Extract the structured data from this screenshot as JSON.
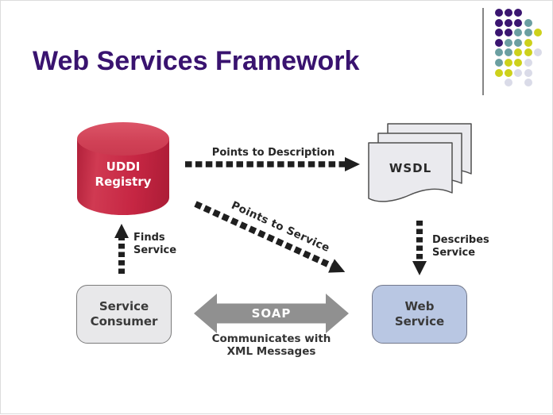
{
  "slide": {
    "title": "Web Services Framework",
    "title_color": "#39136f",
    "background": "#ffffff"
  },
  "decor": {
    "description": "corner-dot-pattern",
    "pattern": [
      "PPP..",
      "PPPT.",
      "PPTTY",
      "PTTY.",
      "TTYYL",
      "TYYL.",
      "YYLL.",
      ".L.L."
    ],
    "colors": {
      "P": "#3a1570",
      "T": "#6b9fa1",
      "Y": "#cdd11b",
      "L": "#dadbe8"
    }
  },
  "diagram": {
    "uddi": {
      "lines": [
        "UDDI",
        "Registry"
      ],
      "color": "#c62643"
    },
    "wsdl": {
      "label": "WSDL",
      "color": "#eaeaee"
    },
    "service_consumer": {
      "lines": [
        "Service",
        "Consumer"
      ],
      "color": "#e8e8ea"
    },
    "web_service": {
      "lines": [
        "Web",
        "Service"
      ],
      "color": "#b9c7e3"
    },
    "soap": {
      "label": "SOAP",
      "color": "#909090",
      "caption_lines": [
        "Communicates with",
        "XML Messages"
      ]
    },
    "arrows": {
      "points_to_description": {
        "label": "Points to Description"
      },
      "points_to_service": {
        "label": "Points to Service"
      },
      "finds_service": {
        "lines": [
          "Finds",
          "Service"
        ]
      },
      "describes_service": {
        "lines": [
          "Describes",
          "Service"
        ]
      },
      "color": "#1f1f1f"
    }
  }
}
